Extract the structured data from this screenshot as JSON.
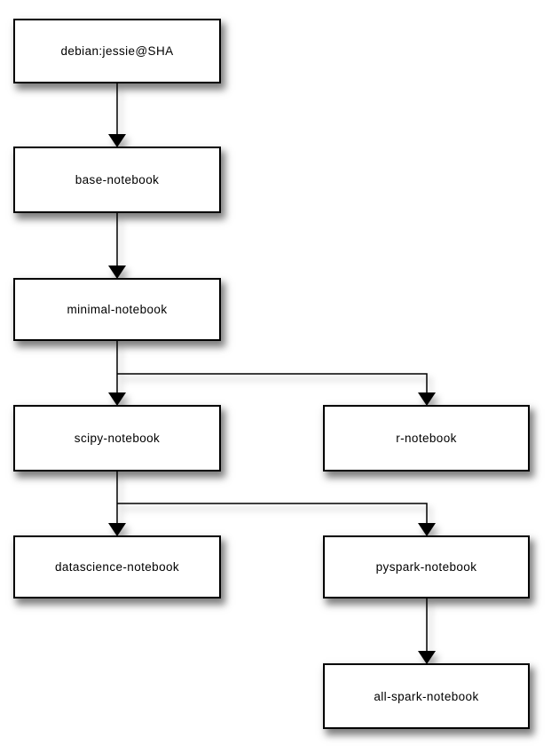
{
  "diagram": {
    "type": "flowchart",
    "nodes": [
      {
        "label": "debian:jessie@SHA"
      },
      {
        "label": "base-notebook"
      },
      {
        "label": "minimal-notebook"
      },
      {
        "label": "scipy-notebook"
      },
      {
        "label": "r-notebook"
      },
      {
        "label": "datascience-notebook"
      },
      {
        "label": "pyspark-notebook"
      },
      {
        "label": "all-spark-notebook"
      }
    ],
    "edges": [
      {
        "from": "debian:jessie@SHA",
        "to": "base-notebook"
      },
      {
        "from": "base-notebook",
        "to": "minimal-notebook"
      },
      {
        "from": "minimal-notebook",
        "to": "scipy-notebook"
      },
      {
        "from": "minimal-notebook",
        "to": "r-notebook"
      },
      {
        "from": "scipy-notebook",
        "to": "datascience-notebook"
      },
      {
        "from": "scipy-notebook",
        "to": "pyspark-notebook"
      },
      {
        "from": "pyspark-notebook",
        "to": "all-spark-notebook"
      }
    ],
    "colors": {
      "background": "#ffffff",
      "node_fill": "#ffffff",
      "node_border": "#000000",
      "text": "#000000",
      "connector": "#000000"
    }
  }
}
